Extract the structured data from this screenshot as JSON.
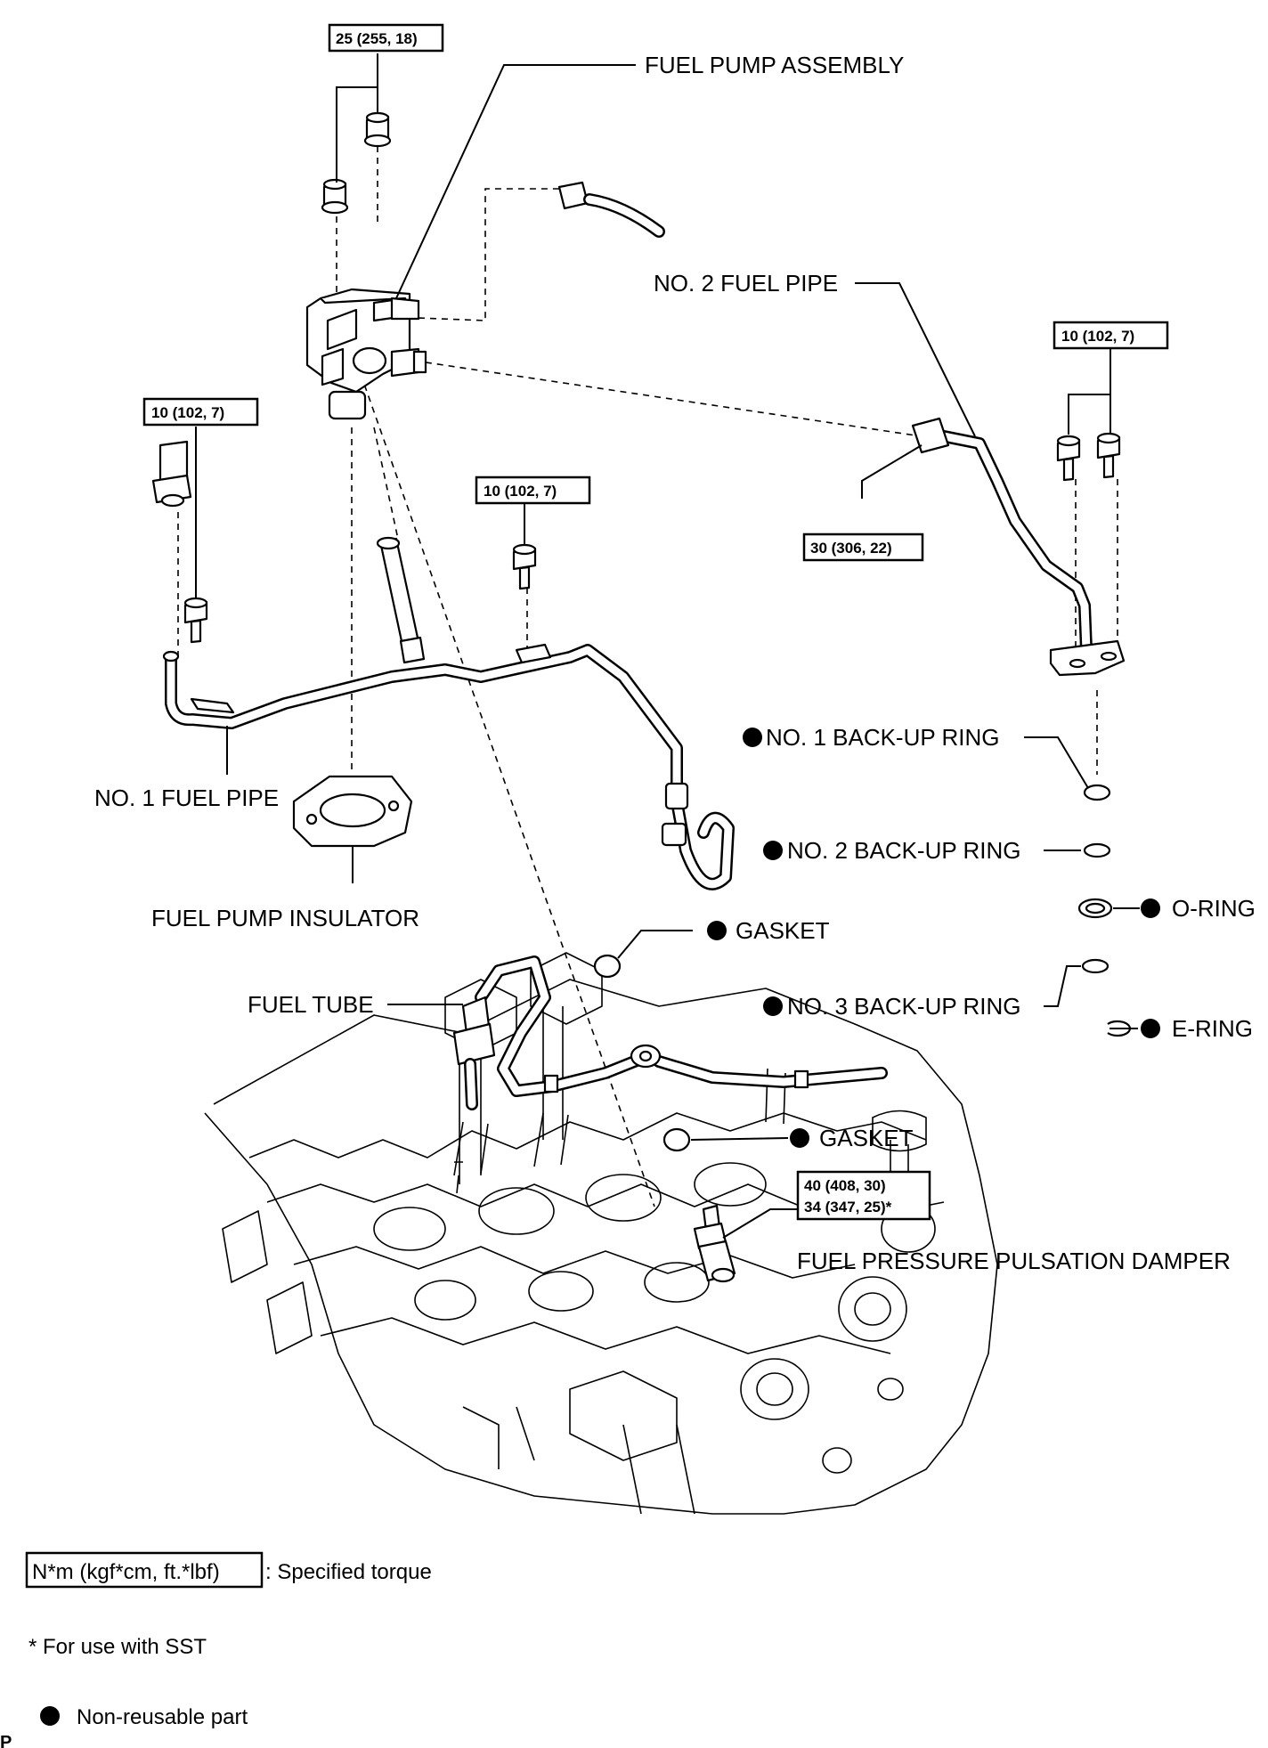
{
  "labels": {
    "fuel_pump_assembly": "FUEL PUMP ASSEMBLY",
    "no2_fuel_pipe": "NO. 2 FUEL PIPE",
    "no1_fuel_pipe": "NO. 1 FUEL PIPE",
    "fuel_pump_insulator": "FUEL PUMP INSULATOR",
    "no1_backup_ring": "NO. 1 BACK-UP RING",
    "no2_backup_ring": "NO. 2 BACK-UP RING",
    "o_ring": "O-RING",
    "gasket_upper": "GASKET",
    "fuel_tube": "FUEL TUBE",
    "no3_backup_ring": "NO. 3 BACK-UP RING",
    "e_ring": "E-RING",
    "gasket_lower": "GASKET",
    "damper": "FUEL PRESSURE PULSATION DAMPER"
  },
  "torques": {
    "pump_nuts": "25 (255, 18)",
    "no1_pipe_left": "10 (102, 7)",
    "no1_pipe_middle": "10 (102, 7)",
    "no2_pipe_bolts": "10 (102, 7)",
    "no2_pipe_union": "30 (306, 22)",
    "damper_line1": "40 (408, 30)",
    "damper_line2": "34 (347, 25)*"
  },
  "legend": {
    "torque_box": "N*m (kgf*cm, ft.*lbf)",
    "torque_text": ": Specified torque",
    "sst_note": "* For use with SST",
    "nonreusable": "Non-reusable part"
  },
  "corner_mark": "P"
}
